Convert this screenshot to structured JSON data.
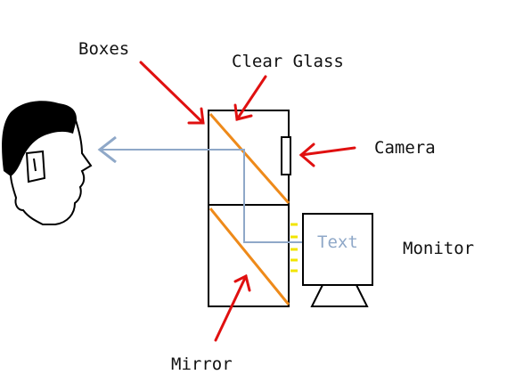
{
  "labels": {
    "boxes": "Boxes",
    "clear_glass": "Clear Glass",
    "camera": "Camera",
    "monitor": "Monitor",
    "mirror": "Mirror",
    "screen_text": "Text"
  },
  "colors": {
    "outline": "#000000",
    "arrow": "#e01010",
    "glass": "#ee8a1a",
    "light_path": "#8fa8c8",
    "light_dots": "#f2e400",
    "background": "#ffffff"
  },
  "icons": {
    "viewer": "person-head-icon",
    "camera": "camera-icon",
    "monitor": "monitor-icon"
  }
}
